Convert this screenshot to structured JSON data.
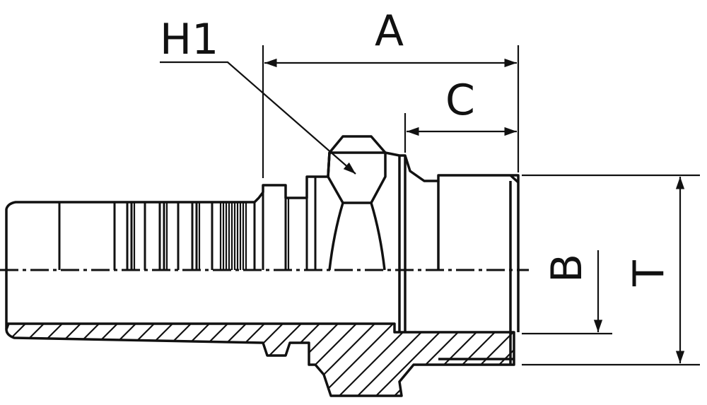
{
  "labels": {
    "h1": "H1",
    "a": "A",
    "c": "C",
    "b": "B",
    "t": "T"
  },
  "colors": {
    "line": "#111111",
    "background": "#ffffff"
  }
}
